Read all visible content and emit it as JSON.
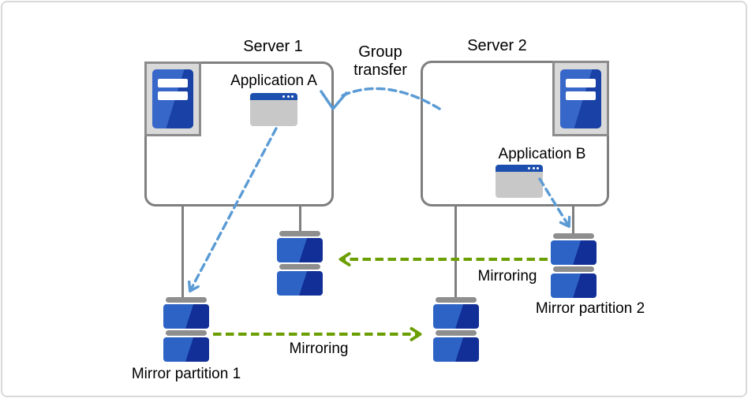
{
  "labels": {
    "server1": "Server 1",
    "server2": "Server 2",
    "application_a": "Application A",
    "application_b": "Application B",
    "group_transfer_line1": "Group",
    "group_transfer_line2": "transfer",
    "mirroring_top": "Mirroring",
    "mirroring_bottom": "Mirroring",
    "mirror_partition_1": "Mirror partition 1",
    "mirror_partition_2": "Mirror partition 2"
  },
  "icons": {
    "server1_hardware": "server-icon",
    "server2_hardware": "server-icon",
    "application_a": "app-window-icon",
    "application_b": "app-window-icon",
    "disks": "disk-stack-icon"
  },
  "arrows": {
    "group_transfer": {
      "style": "dashed",
      "color_name": "blue",
      "from": "Server 2",
      "to": "Server 1"
    },
    "app_a_to_mirror_partition_1": {
      "style": "dashed",
      "color_name": "blue"
    },
    "app_b_to_mirror_partition_2": {
      "style": "dashed",
      "color_name": "blue"
    },
    "mirroring_top": {
      "style": "dashed",
      "color_name": "green",
      "from": "Mirror partition 2",
      "to": "Server 1 disk"
    },
    "mirroring_bottom": {
      "style": "dashed",
      "color_name": "green",
      "from": "Mirror partition 1",
      "to": "Server 2 disk"
    }
  },
  "colors": {
    "background": "#FFFFFF",
    "outer_border": "#D9D9D9",
    "box_border": "#7F7F7F",
    "connector_gray": "#7F7F7F",
    "frame_fill": "#D9D9D9",
    "frame_border": "#8C8C8C",
    "server_blue_light": "#3767C8",
    "server_blue_dark": "#1A41A6",
    "disk_blue_light": "#2E63C6",
    "disk_blue_dark": "#112F96",
    "disk_cap": "#8E8E8E",
    "app_titlebar": "#1D4FAE",
    "app_body": "#C8C8C8",
    "arrow_blue": "#5B9BD5",
    "arrow_green": "#6B9E00",
    "text": "#000000"
  }
}
